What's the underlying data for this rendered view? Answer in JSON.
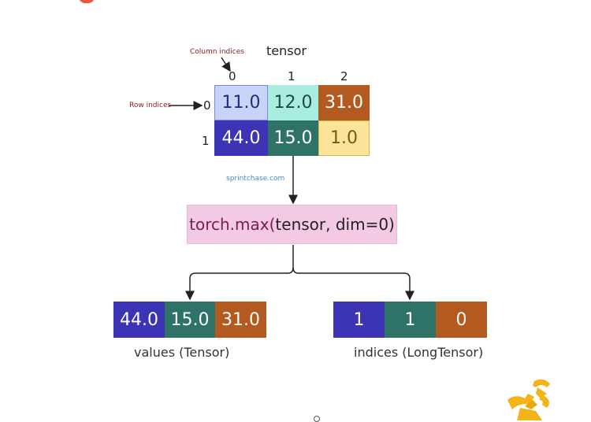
{
  "tensor_title": "tensor",
  "column_indices_label": "Column indices",
  "row_indices_label": "Row indices",
  "column_indices": [
    "0",
    "1",
    "2"
  ],
  "row_indices": [
    "0",
    "1"
  ],
  "matrix": [
    [
      {
        "text": "11.0",
        "bg": "#c9d3f7",
        "fg": "#1f2f7a"
      },
      {
        "text": "12.0",
        "bg": "#a9ece0",
        "fg": "#1d4a44"
      },
      {
        "text": "31.0",
        "bg": "#b35a20",
        "fg": "#ffffff"
      }
    ],
    [
      {
        "text": "44.0",
        "bg": "#3d33b5",
        "fg": "#ffffff"
      },
      {
        "text": "15.0",
        "bg": "#2f7267",
        "fg": "#ffffff"
      },
      {
        "text": "1.0",
        "bg": "#fbe49a",
        "fg": "#7a5a0a"
      }
    ]
  ],
  "watermark": "sprintchase.com",
  "operation": {
    "fn": "torch.max(",
    "args": "tensor, dim=0)"
  },
  "values_row": [
    {
      "text": "44.0",
      "bg": "#3d33b5",
      "fg": "#ffffff"
    },
    {
      "text": "15.0",
      "bg": "#2f7267",
      "fg": "#ffffff"
    },
    {
      "text": "31.0",
      "bg": "#b35a20",
      "fg": "#ffffff"
    }
  ],
  "indices_row": [
    {
      "text": "1",
      "bg": "#3d33b5",
      "fg": "#ffffff"
    },
    {
      "text": "1",
      "bg": "#2f7267",
      "fg": "#ffffff"
    },
    {
      "text": "0",
      "bg": "#b35a20",
      "fg": "#ffffff"
    }
  ],
  "values_caption": "values (Tensor)",
  "indices_caption": "indices (LongTensor)",
  "colors": {
    "accent_red": "#f0533f",
    "logo_yellow": "#f2b417",
    "arrow": "#222222"
  }
}
